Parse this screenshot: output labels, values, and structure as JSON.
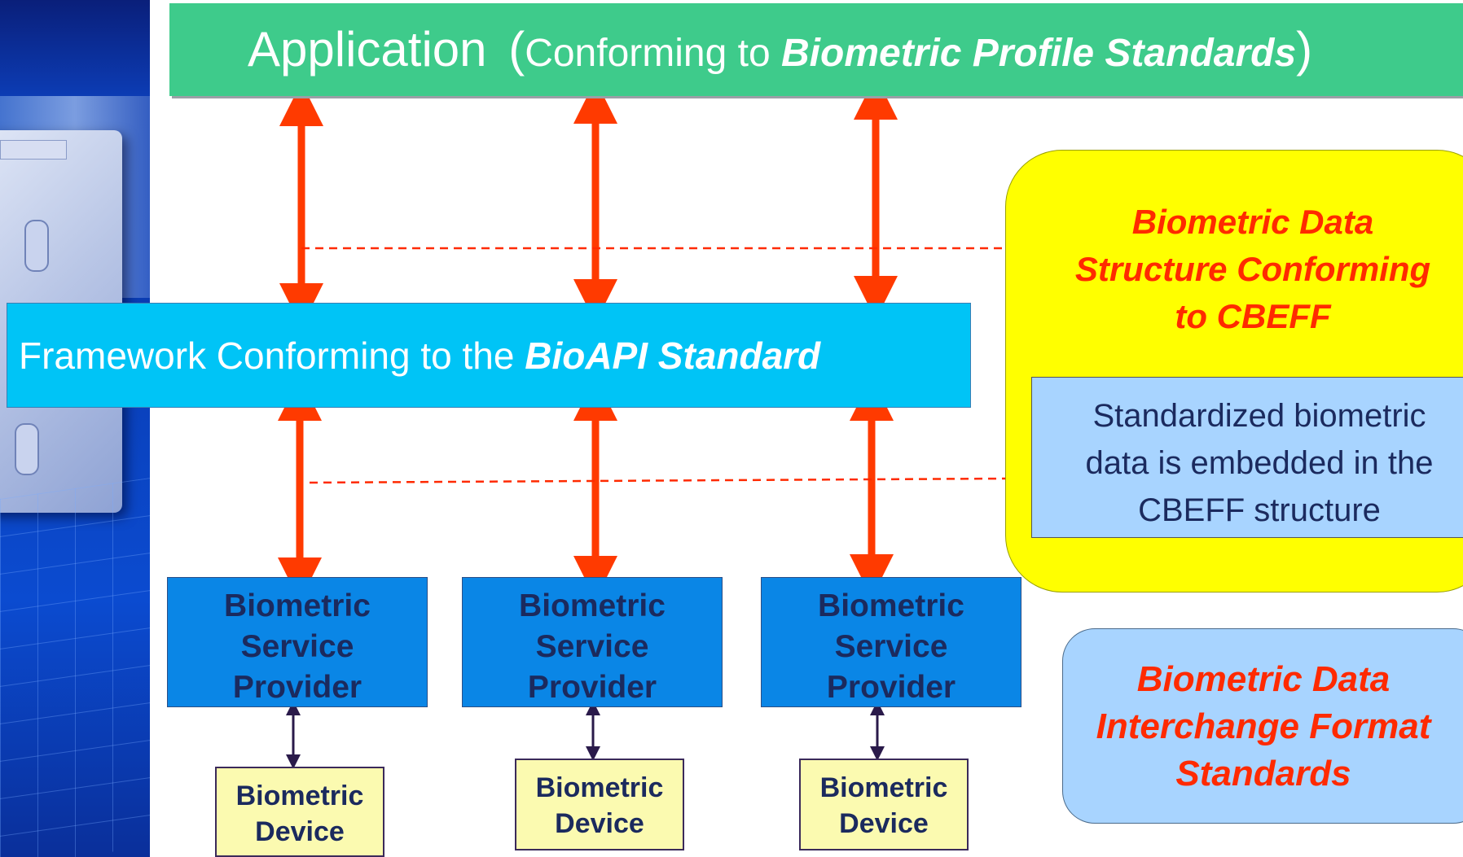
{
  "application": {
    "label": "Application",
    "paren_open": "(",
    "prefix": "Conforming to ",
    "emphasis": "Biometric Profile Standards",
    "paren_close": ")"
  },
  "framework": {
    "prefix": "Framework Conforming to the ",
    "emphasis": "BioAPI Standard"
  },
  "bsp": [
    {
      "line1": "Biometric",
      "line2": "Service",
      "line3": "Provider"
    },
    {
      "line1": "Biometric",
      "line2": "Service",
      "line3": "Provider"
    },
    {
      "line1": "Biometric",
      "line2": "Service",
      "line3": "Provider"
    }
  ],
  "devices": [
    {
      "line1": "Biometric",
      "line2": "Device"
    },
    {
      "line1": "Biometric",
      "line2": "Device"
    },
    {
      "line1": "Biometric",
      "line2": "Device"
    }
  ],
  "cbeff": {
    "title_line1": "Biometric Data",
    "title_line2": "Structure Conforming",
    "title_line3": "to CBEFF",
    "embed_line1": "Standardized biometric",
    "embed_line2": "data is embedded in the",
    "embed_line3": "CBEFF structure"
  },
  "interchange": {
    "line1": "Biometric Data",
    "line2": "Interchange Format",
    "line3": "Standards"
  },
  "colors": {
    "application": "#3ecb8b",
    "framework": "#00c4f6",
    "bsp": "#0a86e6",
    "device": "#fbfab0",
    "cbeff": "#ffff00",
    "interchange": "#a8d4ff",
    "arrow": "#ff3a00",
    "emphasis_text": "#ff2a00"
  }
}
